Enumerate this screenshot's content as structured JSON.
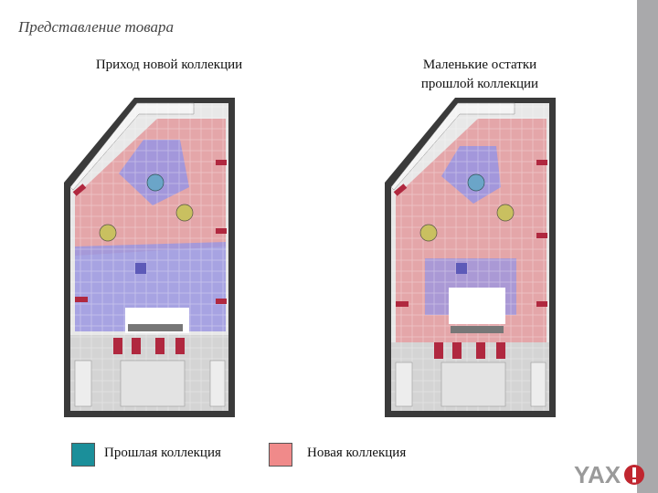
{
  "slide": {
    "title": "Представление товара"
  },
  "panels": [
    {
      "caption_line1": "Приход новой коллекции",
      "caption_line2": ""
    },
    {
      "caption_line1": "Маленькие остатки",
      "caption_line2": "прошлой коллекции"
    }
  ],
  "legend": [
    {
      "label": "Прошлая коллекция",
      "color": "#1b8f9a"
    },
    {
      "label": "Новая коллекция",
      "color": "#f08a8a"
    }
  ],
  "logo": {
    "text": "YAX"
  },
  "colors": {
    "new_collection_zone": "#e39a9e",
    "old_collection_zone": "#9b96e0",
    "wall": "#3a3a3a",
    "floor_grey": "#d9d9d9",
    "rack_accent": "#b0283f",
    "logo": "#9a9a9a",
    "logo_mark": "#c0262f"
  }
}
